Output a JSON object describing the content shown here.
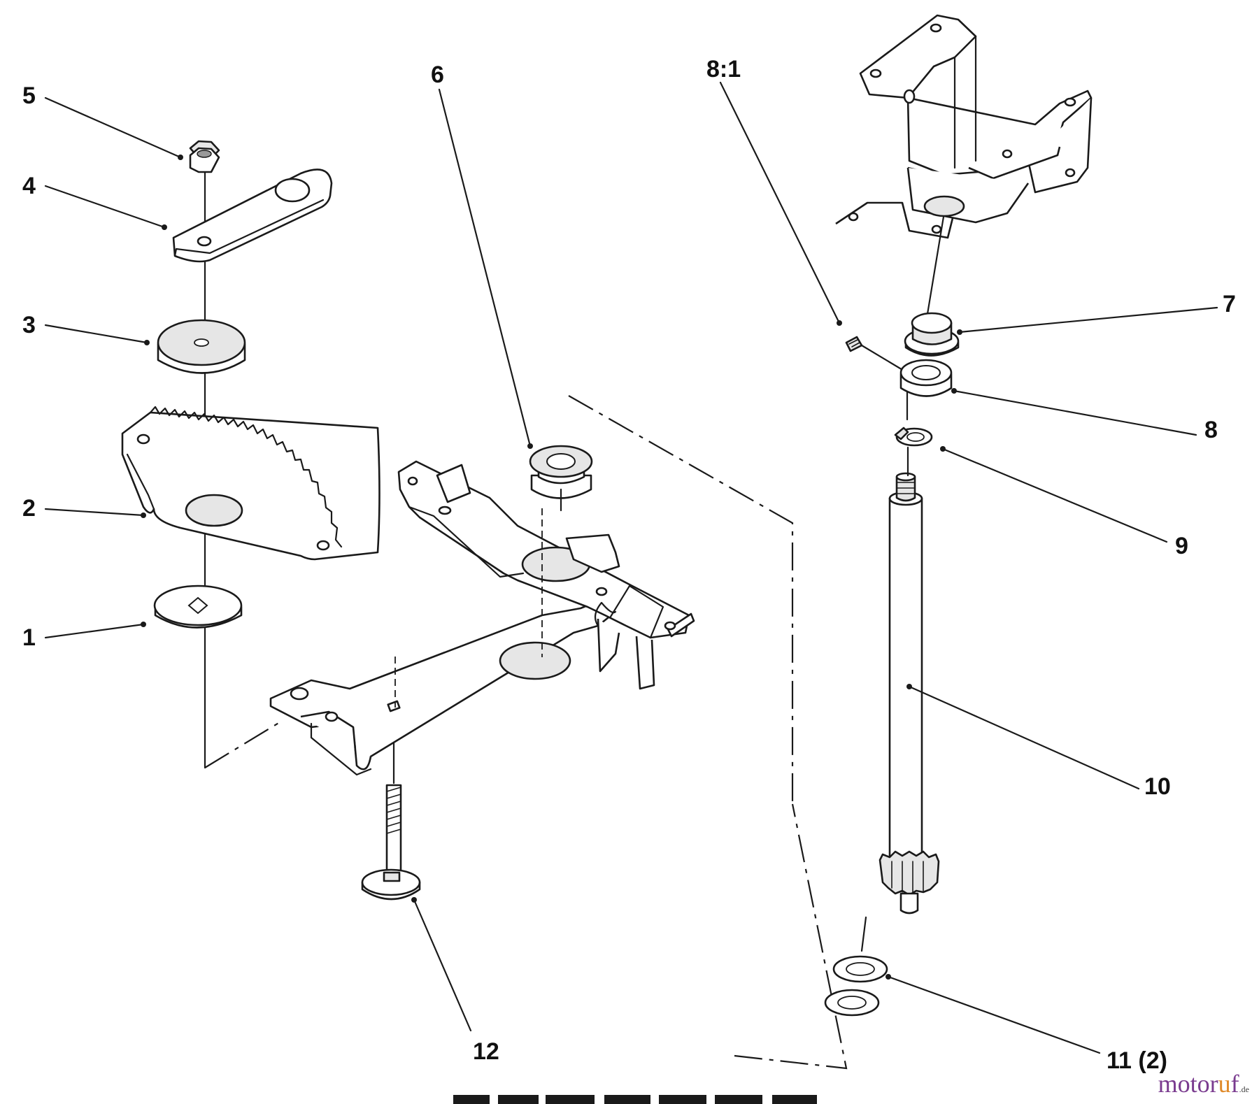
{
  "diagram": {
    "callouts": [
      "5",
      "4",
      "3",
      "2",
      "1",
      "6",
      "8:1",
      "7",
      "8",
      "9",
      "10",
      "11 (2)",
      "12"
    ]
  },
  "watermark": {
    "part1": "motor",
    "part2": "u",
    "part3": "f",
    "suffix": ".de"
  }
}
